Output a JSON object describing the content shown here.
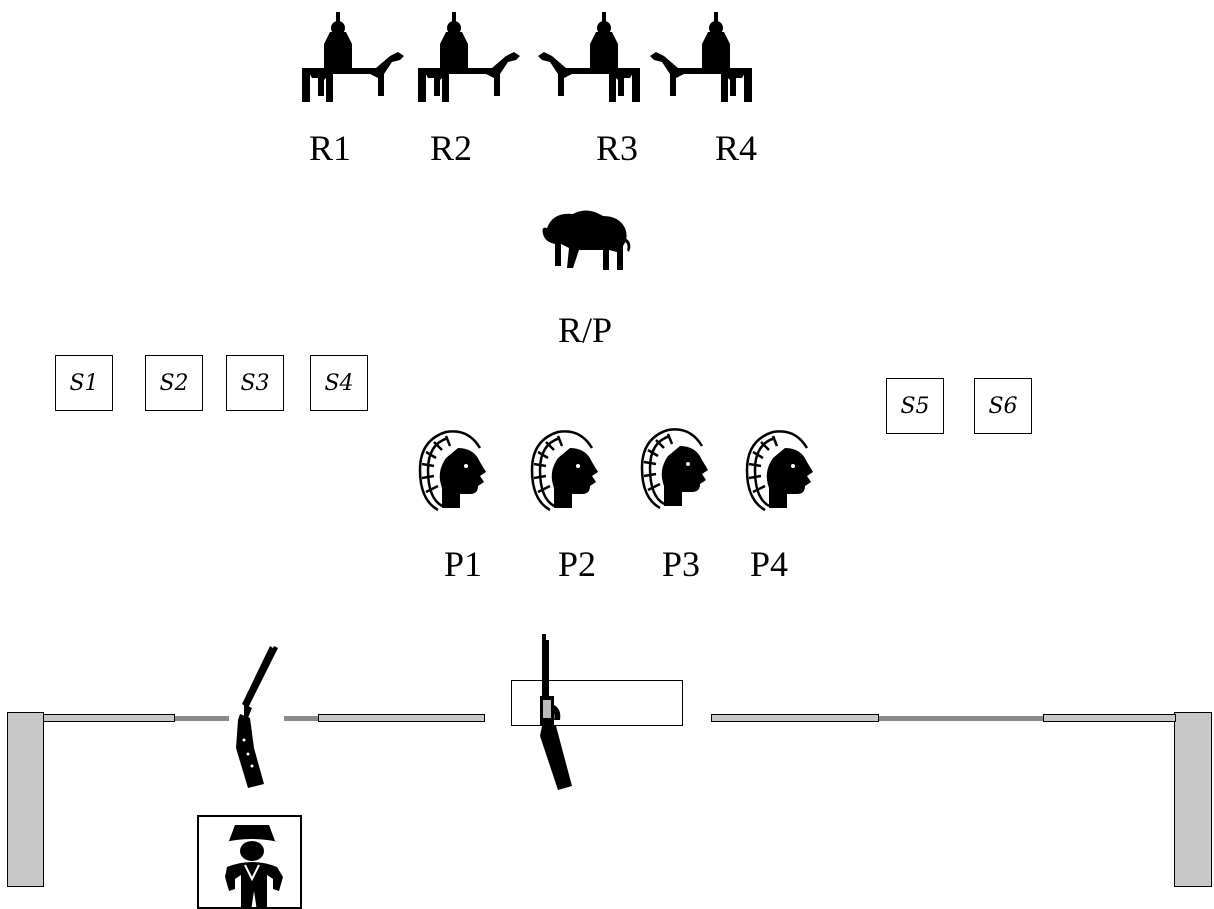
{
  "riders": [
    {
      "label": "R1",
      "facing": "right"
    },
    {
      "label": "R2",
      "facing": "right"
    },
    {
      "label": "R3",
      "facing": "left"
    },
    {
      "label": "R4",
      "facing": "left"
    }
  ],
  "buffalo": {
    "label": "R/P"
  },
  "stations": [
    "S1",
    "S2",
    "S3",
    "S4",
    "S5",
    "S6"
  ],
  "chiefs": [
    "P1",
    "P2",
    "P3",
    "P4"
  ],
  "colors": {
    "wall": "#c8c8c8",
    "wire": "#8a8a8a",
    "ink": "#000000"
  }
}
